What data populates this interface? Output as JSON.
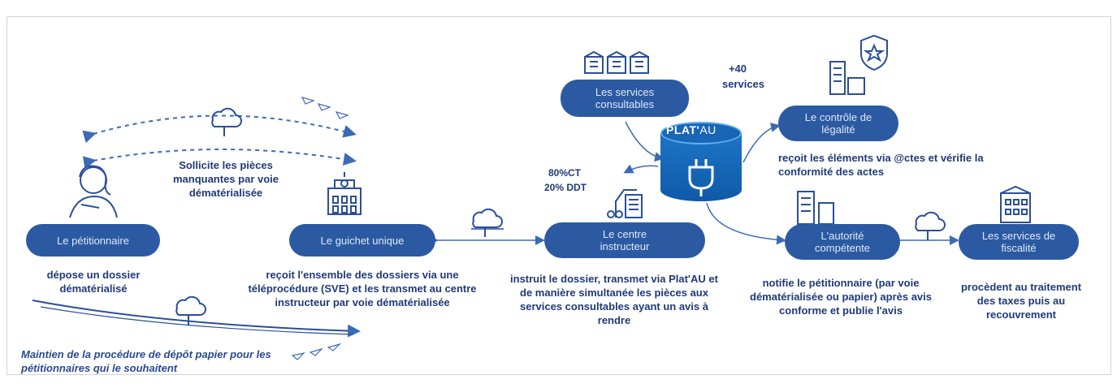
{
  "nodes": {
    "petitionnaire": "Le pétitionnaire",
    "guichet": "Le guichet unique",
    "centre": "Le centre instructeur",
    "services_consultables": "Les services consultables",
    "controle": "Le contrôle de légalité",
    "autorite": "L'autorité compétente",
    "fiscalite": "Les services de fiscalité"
  },
  "platau": {
    "plat": "PLAT'",
    "au": "AU"
  },
  "labels": {
    "sollicite": "Sollicite les pièces manquantes par voie dématérialisée",
    "depose": "dépose un dossier dématérialisé",
    "recoit": "reçoit l'ensemble des dossiers via une téléprocédure (SVE) et les transmet au centre instructeur par voie dématérialisée",
    "instruit": "instruit le dossier, transmet via Plat'AU et de manière simultanée les pièces aux services consultables ayant un avis à rendre",
    "recoit_actes": "reçoit les éléments via @ctes et vérifie la conformité des actes",
    "notifie": "notifie le pétitionnaire (par voie dématérialisée ou papier) après avis conforme et publie l'avis",
    "procedent": "procèdent au traitement des taxes puis au recouvrement",
    "plus40": "+40",
    "services": "services",
    "ct": "80%CT",
    "ddt": "20% DDT",
    "maintien": "Maintien de la procédure de dépôt papier pour les pétitionnaires qui le souhaitent"
  },
  "colors": {
    "pill": "#2b5aa3",
    "text": "#1f3a7a",
    "line": "#3b6bb5",
    "db": "#1466b8"
  }
}
